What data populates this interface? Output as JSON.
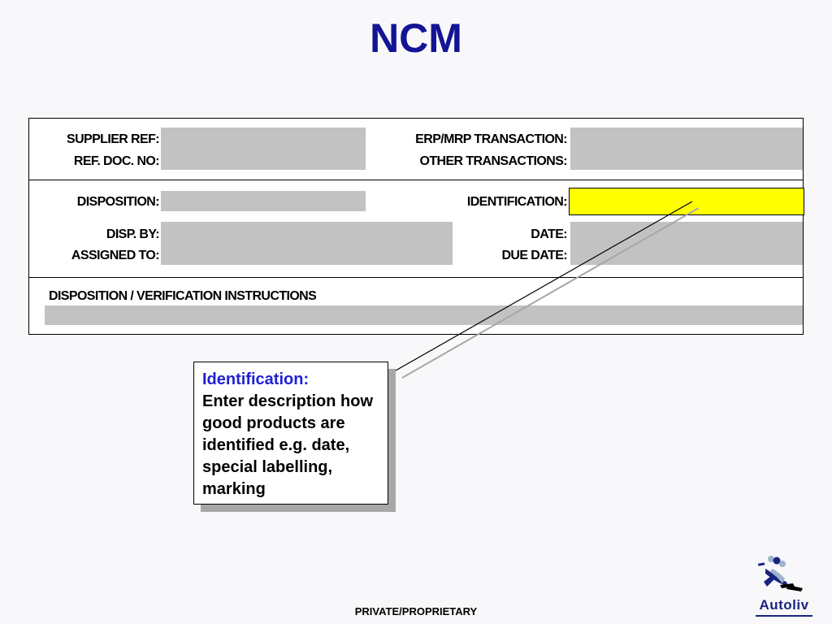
{
  "title": "NCM",
  "form": {
    "supplier_ref": "SUPPLIER REF:",
    "ref_doc_no": "REF. DOC. NO:",
    "erp_mrp_transaction": "ERP/MRP TRANSACTION:",
    "other_transactions": "OTHER TRANSACTIONS:",
    "disposition": "DISPOSITION:",
    "identification": "IDENTIFICATION:",
    "disp_by": "DISP. BY:",
    "assigned_to": "ASSIGNED TO:",
    "date": "DATE:",
    "due_date": "DUE DATE:",
    "instructions_heading": "DISPOSITION / VERIFICATION INSTRUCTIONS"
  },
  "callout": {
    "heading": "Identification:",
    "body": "Enter description how good products are identified e.g. date, special labelling, marking"
  },
  "footer": "PRIVATE/PROPRIETARY",
  "logo": {
    "text": "Autoliv",
    "icon": "autoliv-logo-icon"
  },
  "colors": {
    "title": "#141496",
    "field": "#c2c2c2",
    "highlight": "#ffff00",
    "callout_heading": "#1f1fd1",
    "brand": "#1a237e"
  }
}
